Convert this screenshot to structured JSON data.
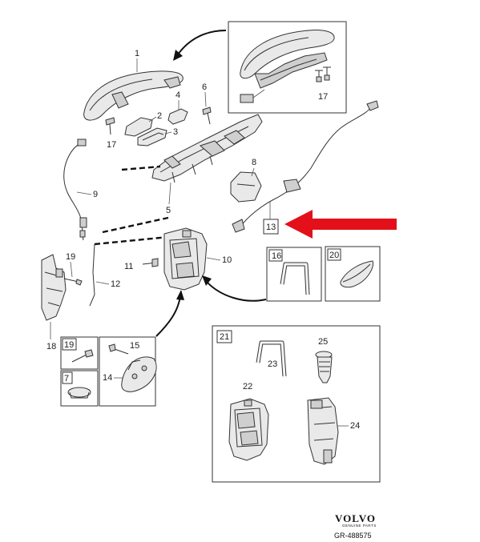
{
  "callouts": {
    "c1": "1",
    "c2": "2",
    "c3": "3",
    "c4": "4",
    "c5": "5",
    "c6": "6",
    "c8": "8",
    "c9": "9",
    "c10": "10",
    "c11": "11",
    "c12": "12",
    "c13": "13",
    "c14": "14",
    "c15": "15",
    "c17a": "17",
    "c17b": "17",
    "c18": "18",
    "c19a": "19"
  },
  "boxes": {
    "b16": "16",
    "b20": "20",
    "b19": "19",
    "b7": "7",
    "b21": "21",
    "b22": "22",
    "b23": "23",
    "b24": "24",
    "b25": "25"
  },
  "brand": {
    "name": "VOLVO",
    "sub": "GENUINE PARTS",
    "ref": "GR-488575"
  },
  "colors": {
    "highlight_arrow": "#e3101a",
    "line": "#333333",
    "part_fill": "#e9e9e9"
  }
}
